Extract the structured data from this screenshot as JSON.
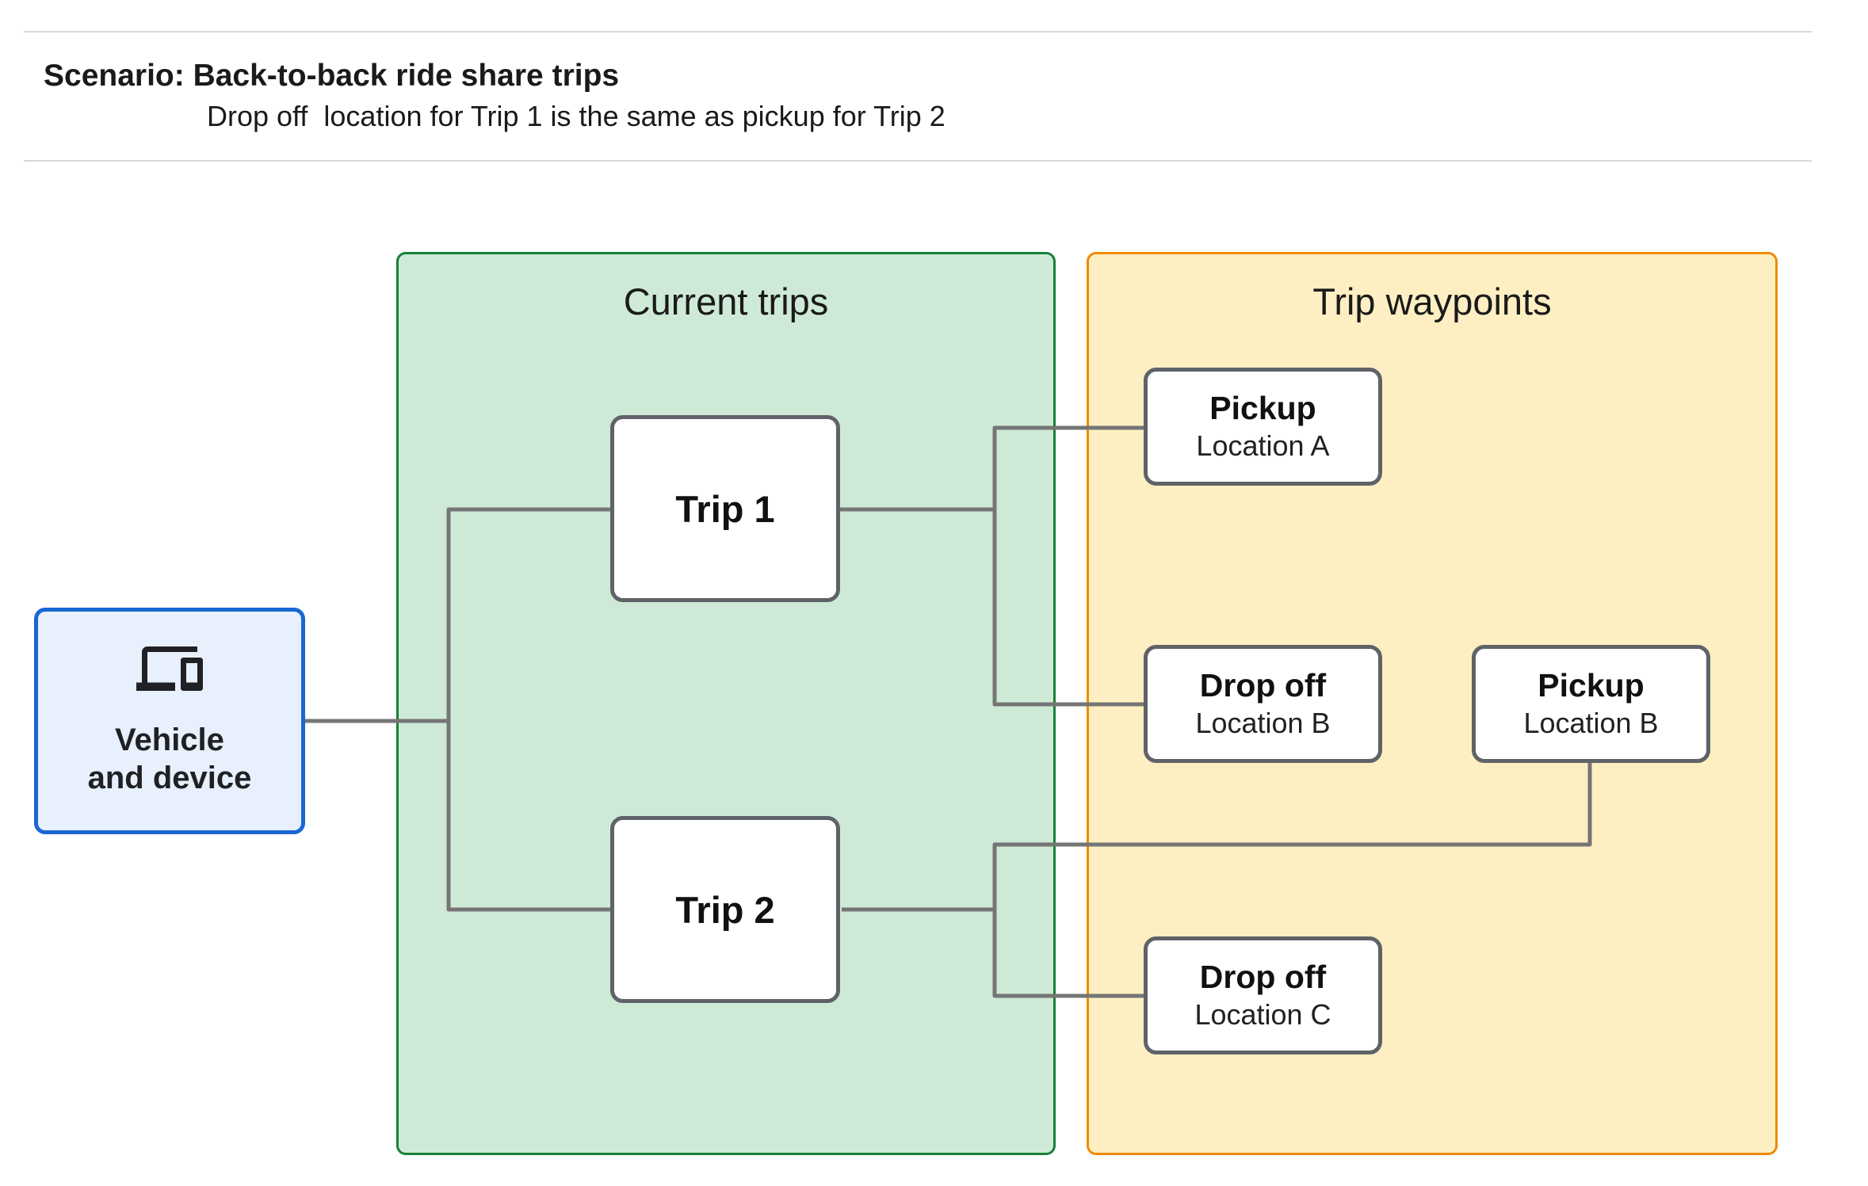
{
  "header": {
    "title": "Scenario: Back-to-back ride share trips",
    "subtitle": "Drop off  location for Trip 1 is the same as pickup for Trip 2"
  },
  "vehicle": {
    "icon": "devices-icon",
    "label": "Vehicle\nand device"
  },
  "groups": {
    "current_trips": {
      "title": "Current trips"
    },
    "trip_waypoints": {
      "title": "Trip waypoints"
    }
  },
  "trips": [
    {
      "label": "Trip 1"
    },
    {
      "label": "Trip 2"
    }
  ],
  "waypoints": [
    {
      "title": "Pickup",
      "subtitle": "Location A"
    },
    {
      "title": "Drop off",
      "subtitle": "Location B"
    },
    {
      "title": "Pickup",
      "subtitle": "Location B"
    },
    {
      "title": "Drop off",
      "subtitle": "Location C"
    }
  ],
  "colors": {
    "current_trips_fill": "#ceead6",
    "current_trips_border": "#188038",
    "waypoints_fill": "#feefc3",
    "waypoints_border": "#ee8b00",
    "vehicle_fill": "#e8f0fe",
    "vehicle_border": "#1967d2",
    "node_border": "#5f6368",
    "connector": "#757575",
    "text": "#202124",
    "divider": "#d8d8d8"
  }
}
